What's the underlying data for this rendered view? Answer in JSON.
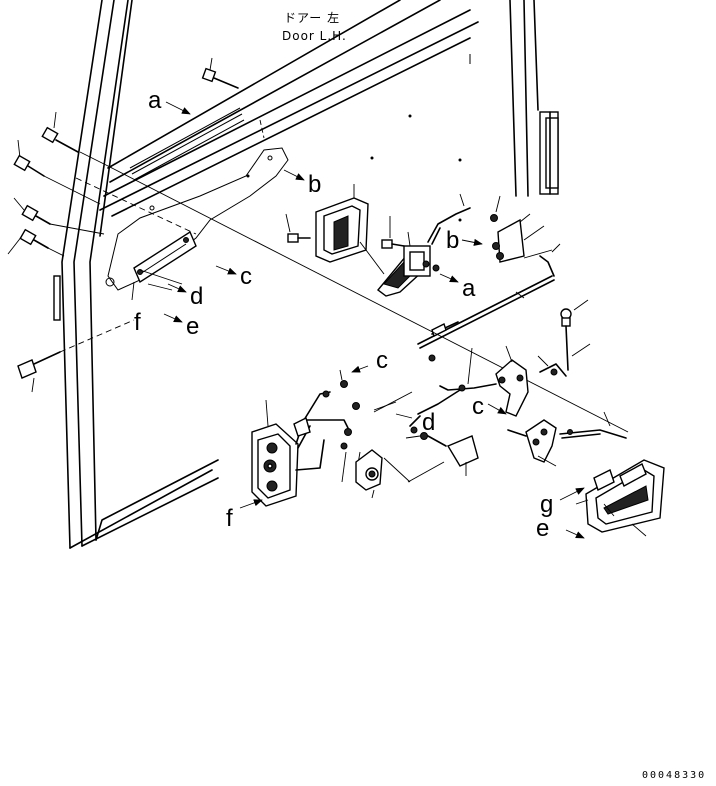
{
  "title": {
    "jp": "ドアー 左",
    "en": "Door L.H."
  },
  "labels": {
    "a": "a",
    "b": "b",
    "c": "c",
    "d": "d",
    "e": "e",
    "f": "f",
    "g": "g"
  },
  "drawing_number": "00048330"
}
